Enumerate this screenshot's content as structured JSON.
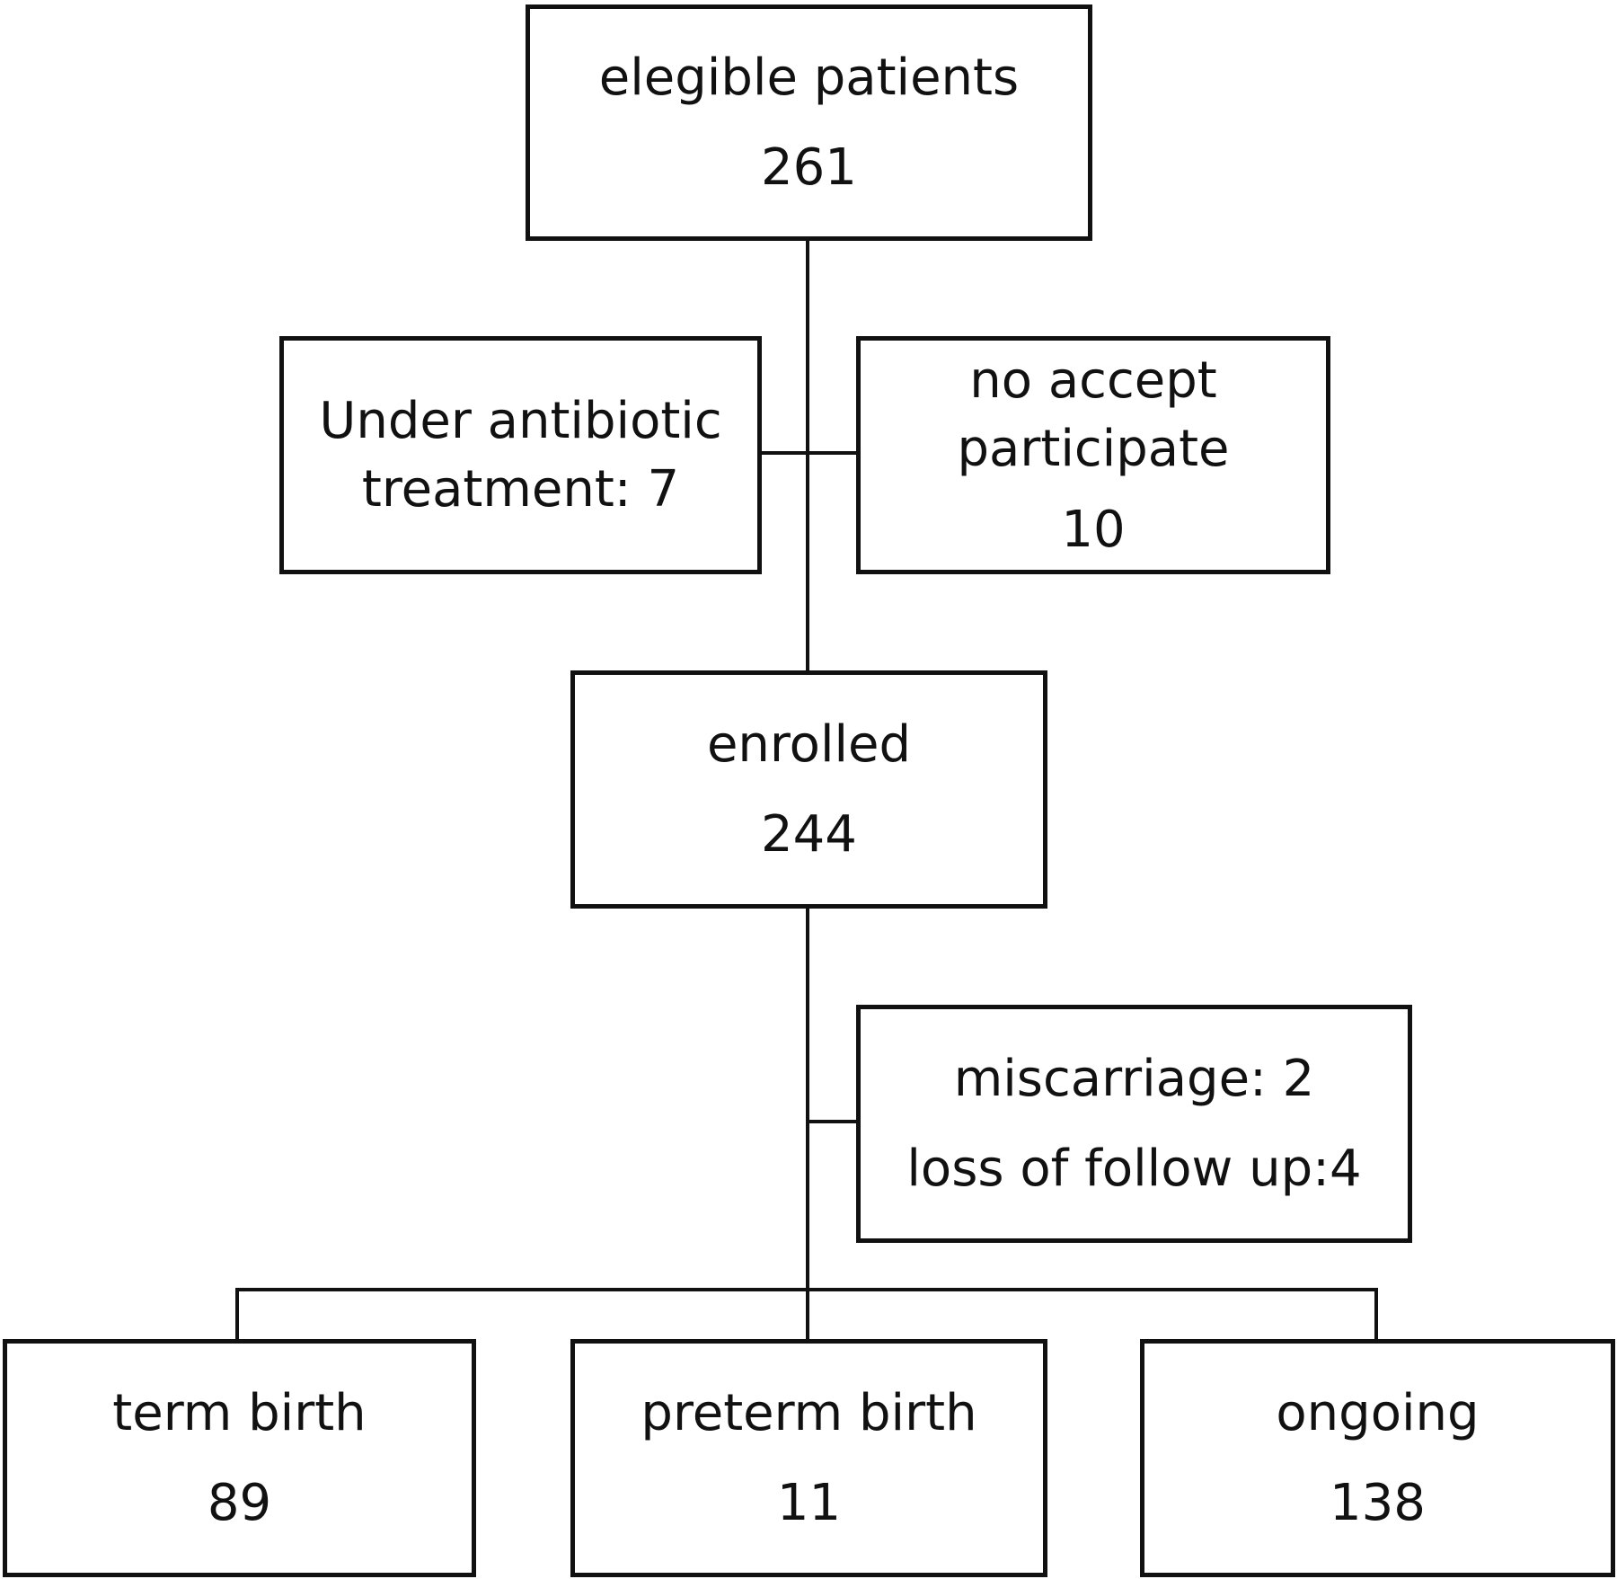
{
  "nodes": {
    "eligible": {
      "label": "elegible patients",
      "value": "261"
    },
    "antibiotic": {
      "label_line1": "Under antibiotic",
      "label_line2": "treatment: 7"
    },
    "no_accept": {
      "label_line1": "no accept",
      "label_line2": "participate",
      "value": "10"
    },
    "enrolled": {
      "label": "enrolled",
      "value": "244"
    },
    "excluded": {
      "line1": "miscarriage: 2",
      "line2": "loss of follow up:4"
    },
    "term": {
      "label": "term birth",
      "value": "89"
    },
    "preterm": {
      "label": "preterm birth",
      "value": "11"
    },
    "ongoing": {
      "label": "ongoing",
      "value": "138"
    }
  }
}
